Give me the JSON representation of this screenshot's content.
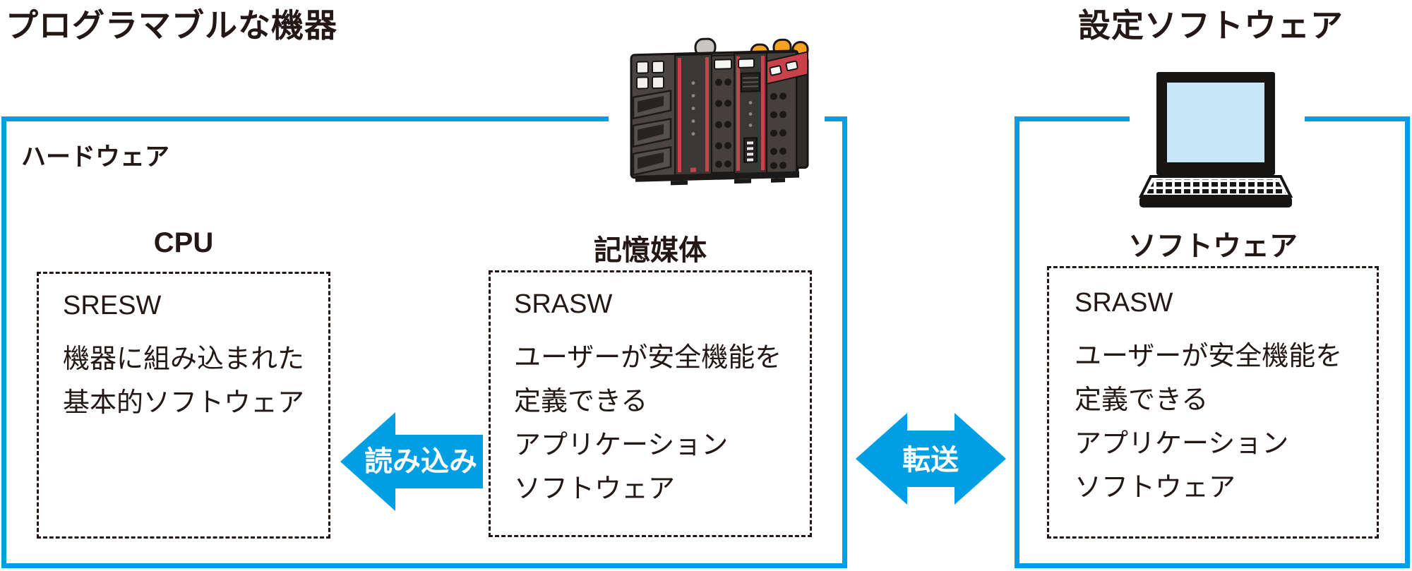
{
  "page": {
    "title_left": "プログラマブルな機器",
    "title_right": "設定ソフトウェア"
  },
  "hardware": {
    "label": "ハードウェア",
    "cpu": {
      "heading": "CPU",
      "code": "SRESW",
      "desc": [
        "機器に組み込まれた",
        "基本的ソフトウェア"
      ]
    },
    "storage": {
      "heading": "記憶媒体",
      "code": "SRASW",
      "desc": [
        "ユーザーが安全機能を",
        "定義できる",
        "アプリケーション",
        "ソフトウェア"
      ]
    }
  },
  "software": {
    "heading": "ソフトウェア",
    "code": "SRASW",
    "desc": [
      "ユーザーが安全機能を",
      "定義できる",
      "アプリケーション",
      "ソフトウェア"
    ]
  },
  "arrows": {
    "load_label": "読み込み",
    "transfer_label": "転送"
  },
  "icons": {
    "controller": "safety-controller-illustration",
    "laptop": "laptop-illustration"
  },
  "colors": {
    "accent_blue": "#009FE3",
    "text_black": "#231815",
    "device_red": "#C9414B",
    "device_orange": "#F6A21E",
    "device_body": "#3F3A37",
    "laptop_screen_blue": "#C7E6F8"
  }
}
